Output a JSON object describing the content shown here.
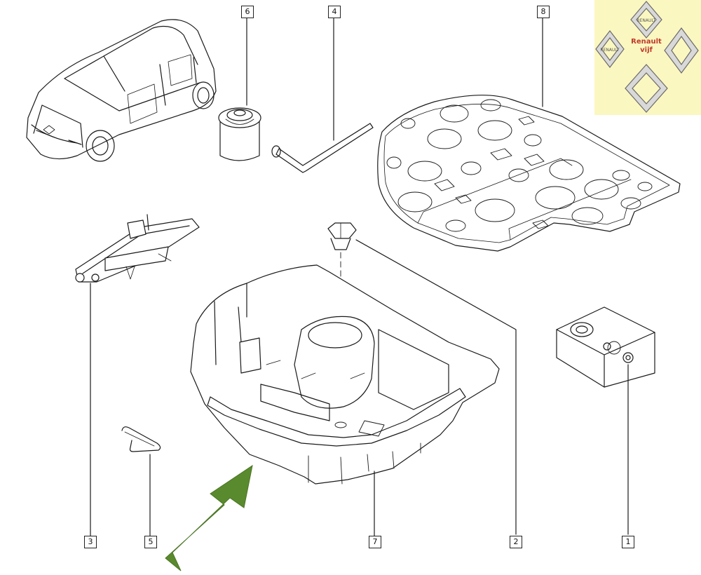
{
  "callouts": [
    {
      "id": "1",
      "label": "1",
      "part": "tyre-inflator-compressor"
    },
    {
      "id": "2",
      "label": "2",
      "part": "fixing-clip"
    },
    {
      "id": "3",
      "label": "3",
      "part": "scissor-jack"
    },
    {
      "id": "4",
      "label": "4",
      "part": "wheel-brace"
    },
    {
      "id": "5",
      "label": "5",
      "part": "hook"
    },
    {
      "id": "6",
      "label": "6",
      "part": "sealant-canister"
    },
    {
      "id": "7",
      "label": "7",
      "part": "storage-tray"
    },
    {
      "id": "8",
      "label": "8",
      "part": "floor-grid-cover"
    }
  ],
  "logo": {
    "brand_line1": "Renault",
    "brand_line2": "vijf",
    "emblem_text": "RENAULT"
  },
  "colors": {
    "line": "#1a1a1a",
    "arrow": "#5a8a2e",
    "logo_bg": "#fbf7c0",
    "logo_text": "#c0392b"
  }
}
